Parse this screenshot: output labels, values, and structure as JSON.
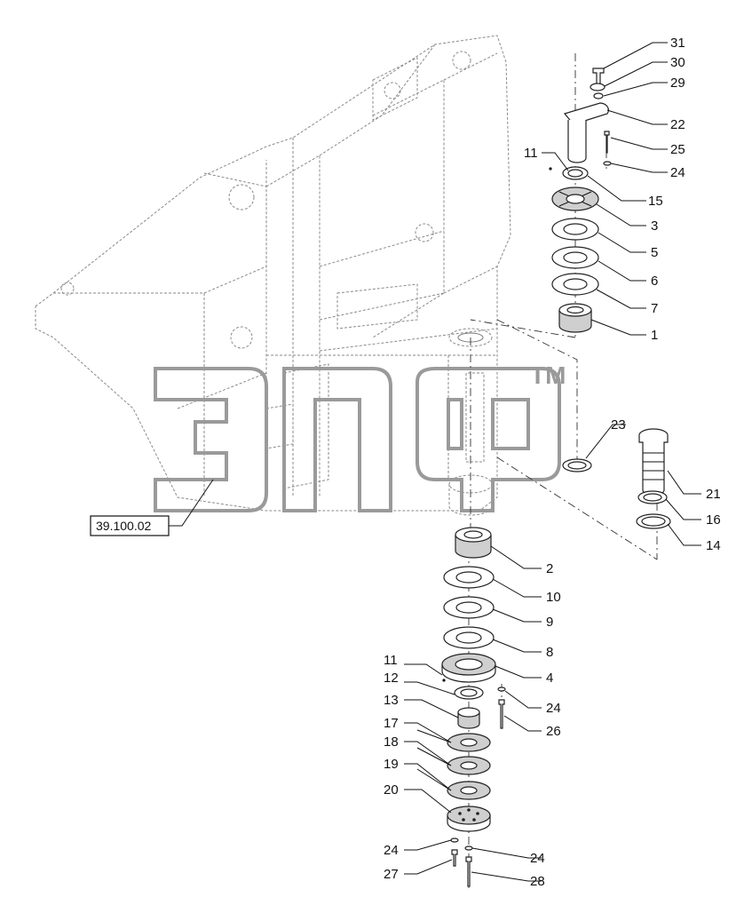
{
  "reference_box": {
    "label": "39.100.02"
  },
  "watermark": {
    "letters": "ЭПФ",
    "trademark": "TM"
  },
  "callouts": {
    "c31": "31",
    "c30": "30",
    "c29": "29",
    "c22": "22",
    "c25": "25",
    "c24a": "24",
    "c11a": "11",
    "c15": "15",
    "c3": "3",
    "c5": "5",
    "c6": "6",
    "c7": "7",
    "c1": "1",
    "c23": "23",
    "c21": "21",
    "c16": "16",
    "c14": "14",
    "c2": "2",
    "c10": "10",
    "c9": "9",
    "c8": "8",
    "c11b": "11",
    "c4": "4",
    "c12": "12",
    "c24b": "24",
    "c13": "13",
    "c26": "26",
    "c17": "17",
    "c18": "18",
    "c19": "19",
    "c20": "20",
    "c24c": "24",
    "c24d": "24",
    "c27": "27",
    "c28": "28"
  }
}
